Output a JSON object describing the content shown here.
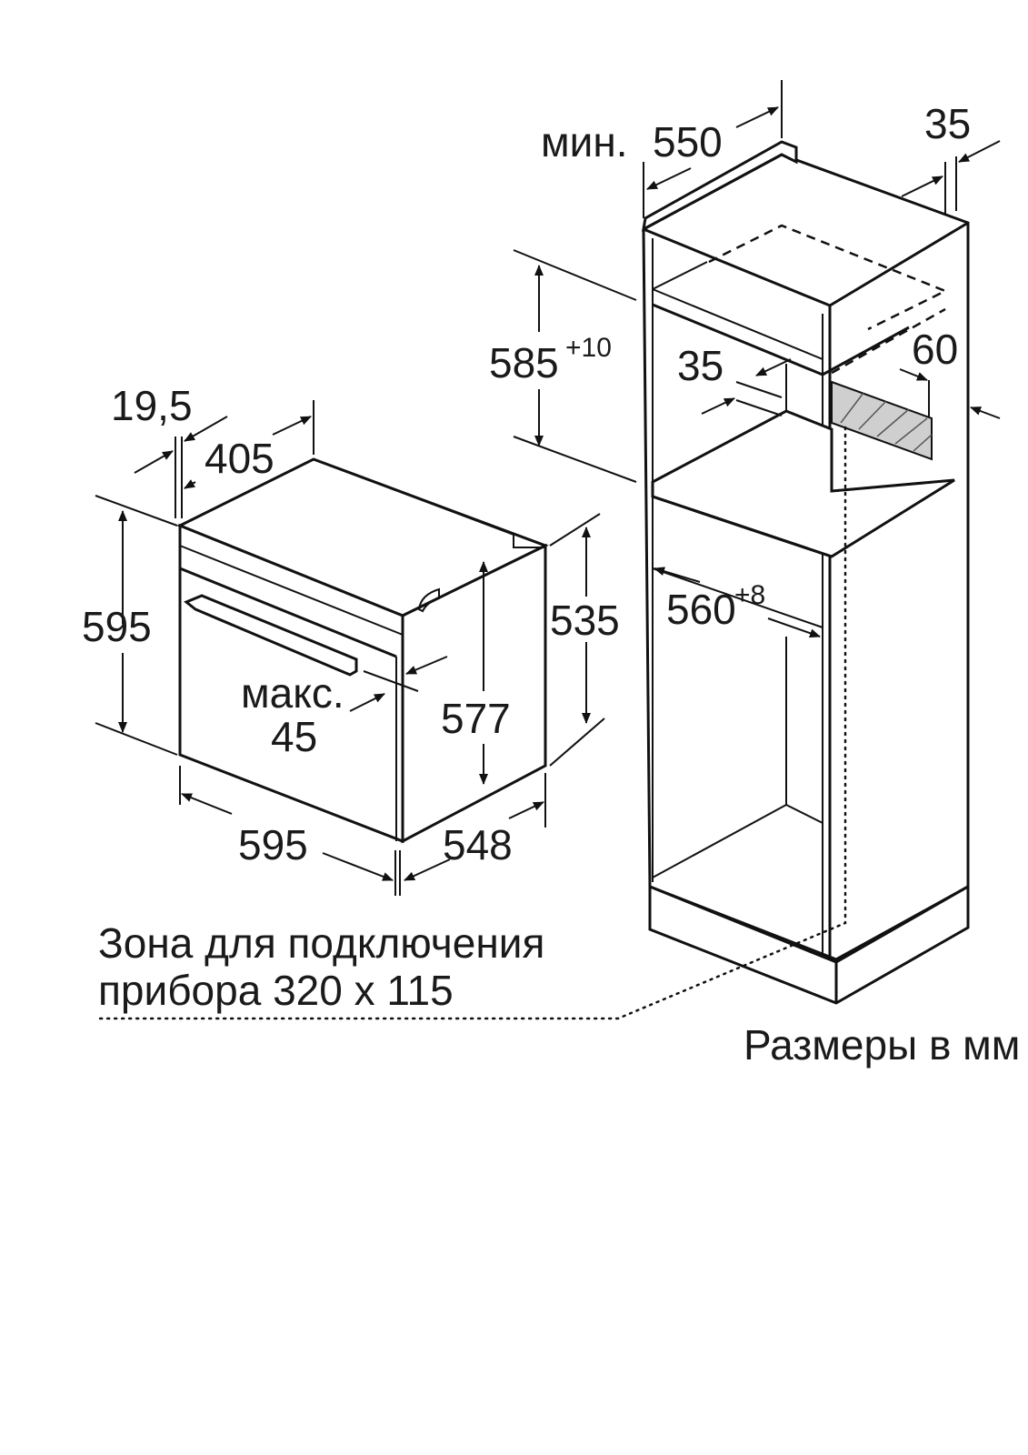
{
  "oven": {
    "dim_top_gap": "19,5",
    "dim_depth_top": "405",
    "dim_height": "595",
    "dim_side_height": "535",
    "dim_inner_height": "577",
    "dim_max_label": "макс.",
    "dim_max_value": "45",
    "dim_width": "595",
    "dim_depth": "548"
  },
  "cabinet": {
    "dim_min_label": "мин.",
    "dim_min_depth": "550",
    "dim_back_gap": "35",
    "dim_niche_height": "585",
    "dim_niche_height_tol": "+10",
    "dim_shelf_gap": "35",
    "dim_vent": "60",
    "dim_niche_width": "560",
    "dim_niche_width_tol": "+8"
  },
  "notes": {
    "connection_zone_line1": "Зона для подключения",
    "connection_zone_line2": "прибора 320 x 115",
    "units": "Размеры в мм"
  }
}
